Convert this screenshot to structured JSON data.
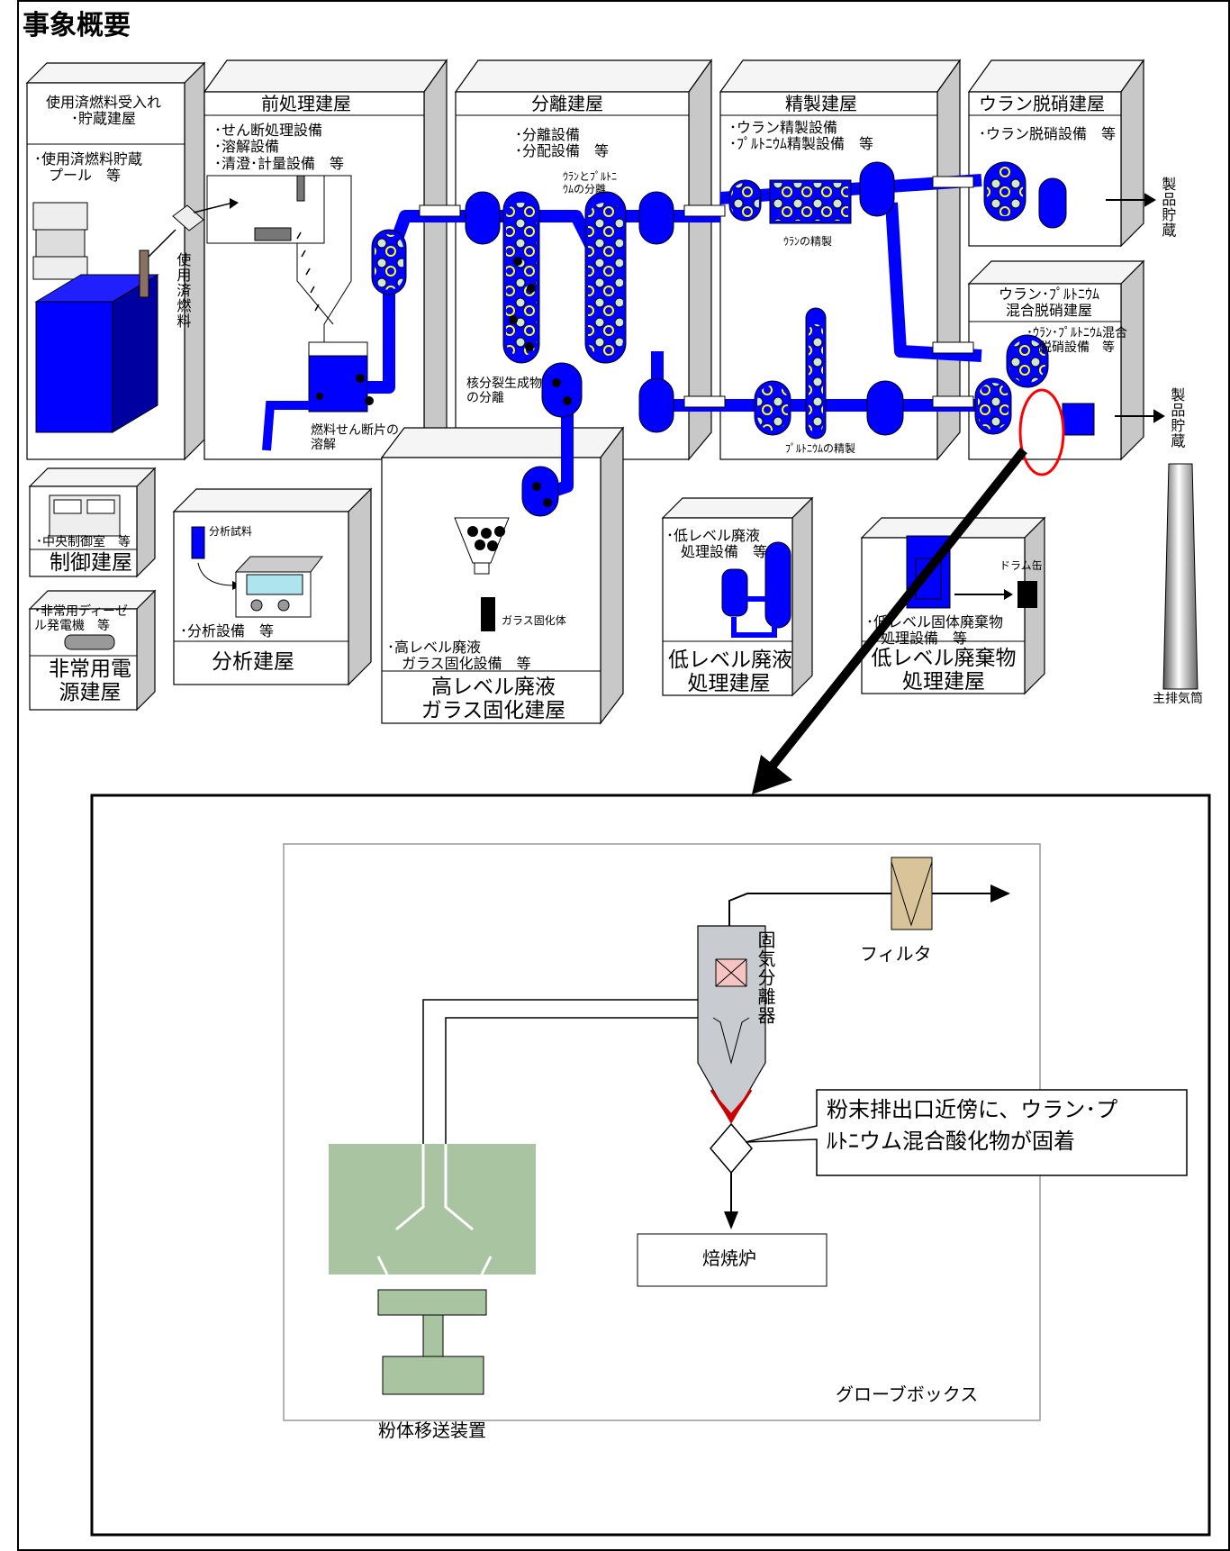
{
  "title": "事象概要",
  "buildings": {
    "receiving": {
      "name": "使用済燃料受入れ\n･貯蔵建屋",
      "equipment": "･使用済燃料貯蔵\n　プール　等",
      "vertical_label": "使用済燃料"
    },
    "head_end": {
      "name": "前処理建屋",
      "equipment": "･せん断処理設備\n･溶解設備\n･清澄･計量設備　等",
      "note": "燃料せん断片の\n溶解"
    },
    "separation": {
      "name": "分離建屋",
      "equipment": "･分離設備\n･分配設備　等",
      "note_up_pu": "ｳﾗﾝとﾌﾟﾙﾄﾆ\nｳﾑの分離",
      "note_fp": "核分裂生成物\nの分離"
    },
    "purification": {
      "name": "精製建屋",
      "equipment": "･ウラン精製設備\n･ﾌﾟﾙﾄﾆｳﾑ精製設備　等",
      "note_u": "ｳﾗﾝの精製",
      "note_pu": "ﾌﾟﾙﾄﾆｳﾑの精製"
    },
    "u_denitration": {
      "name": "ウラン脱硝建屋",
      "equipment": "･ウラン脱硝設備　等"
    },
    "mox_denitration": {
      "name": "ウラン･ﾌﾟﾙﾄﾆｳﾑ\n混合脱硝建屋",
      "equipment": "･ｳﾗﾝ･ﾌﾟﾙﾄﾆｳﾑ混合\n脱硝設備　等"
    },
    "control": {
      "name": "制御建屋",
      "equipment": "･中央制御室　等"
    },
    "emergency_power": {
      "name": "非常用電\n源建屋",
      "equipment": "･非常用ディーゼ\nル発電機　等"
    },
    "analysis": {
      "name": "分析建屋",
      "equipment": "･分析設備　等",
      "sample": "分析試料"
    },
    "vitrification": {
      "name": "高レベル廃液\nガラス固化建屋",
      "equipment": "･高レベル廃液\n　ガラス固化設備　等",
      "product": "ガラス固化体"
    },
    "low_liquid": {
      "name": "低レベル廃液\n処理建屋",
      "equipment": "･低レベル廃液\n　処理設備　等"
    },
    "low_solid": {
      "name": "低レベル廃棄物\n処理建屋",
      "equipment": "･低レベル固体廃棄物\n　処理設備　等",
      "drum": "ドラム缶"
    },
    "stack": {
      "name": "主排気筒"
    },
    "product_storage_1": "製品貯蔵",
    "product_storage_2": "製品貯蔵"
  },
  "detail": {
    "filter": "フィルタ",
    "separator": "固気分離器",
    "callout": "粉末排出口近傍に、ウラン･プ\nﾙﾄﾆウム混合酸化物が固着",
    "calciner": "焙焼炉",
    "powder_transfer": "粉体移送装置",
    "glovebox": "グローブボックス"
  },
  "colors": {
    "process_blue": "#0000ff",
    "highlight_red": "#ff0000",
    "filter_tan": "#d9c49a",
    "equipment_green": "#a9c4a0",
    "separator_gray": "#c8ccd0",
    "deposit_red": "#cc0000",
    "wall_gray": "#c8c8c8"
  }
}
